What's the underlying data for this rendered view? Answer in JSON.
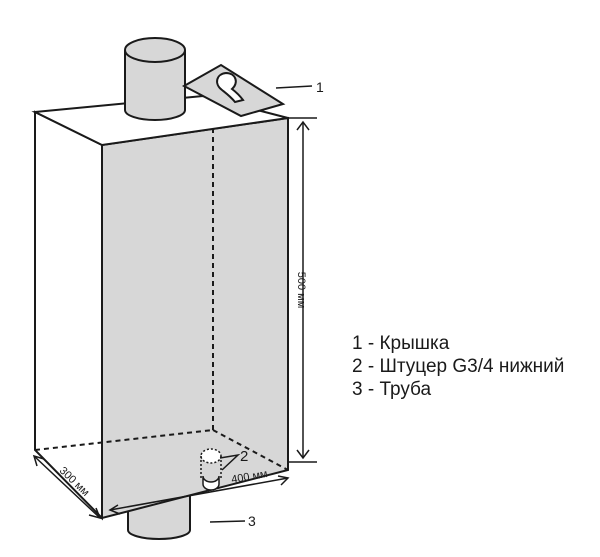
{
  "callouts": {
    "lid": "1",
    "fitting": "2",
    "pipe": "3"
  },
  "dimensions": {
    "height": "500 мм",
    "width": "400 мм",
    "depth": "300 мм"
  },
  "legend": [
    "1 - Крышка",
    "2 - Штуцер G3/4 нижний",
    "3 - Труба"
  ],
  "colors": {
    "stroke": "#1a1a1a",
    "front_face": "#d7d7d7",
    "background": "#ffffff"
  }
}
